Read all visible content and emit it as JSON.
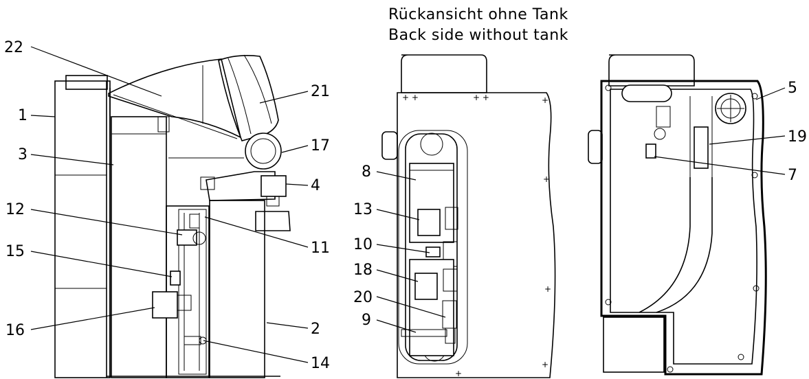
{
  "title": {
    "line1": "Rückansicht ohne Tank",
    "line2": "Back side without tank"
  },
  "labels": {
    "l1": "1",
    "l2": "2",
    "l3": "3",
    "l4": "4",
    "l5": "5",
    "l7": "7",
    "l8": "8",
    "l9": "9",
    "l10": "10",
    "l11": "11",
    "l12": "12",
    "l13": "13",
    "l14": "14",
    "l15": "15",
    "l16": "16",
    "l17": "17",
    "l18": "18",
    "l19": "19",
    "l20": "20",
    "l21": "21",
    "l22": "22"
  }
}
